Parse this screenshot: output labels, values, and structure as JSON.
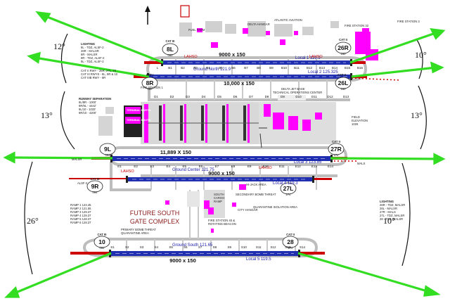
{
  "colors": {
    "runway": "#1f2fb0",
    "taxiway": "#c8c8c8",
    "terminal": "#ff00ff",
    "approach_arrow": "#33dd22",
    "lights": "#cc0000"
  },
  "north_arrow": "north-arrow-icon",
  "angles": {
    "nw": "12°",
    "ne": "10°",
    "w_mid": "13°",
    "e_mid": "13°",
    "sw": "26°",
    "se": "10°"
  },
  "runways": {
    "r8l": {
      "id": "8L",
      "heading": "080",
      "opposite": "26R",
      "opp_heading": "260",
      "dims": "9000 x 150",
      "tower": "Local 1 119.1"
    },
    "r8r": {
      "id": "8R",
      "heading": "080",
      "opposite": "26L",
      "opp_heading": "260",
      "dims": "10,000 x 150",
      "tower": "Local 2 125.325"
    },
    "r9l": {
      "id": "9L",
      "heading": "094",
      "opposite": "27R",
      "opp_heading": "274",
      "dims": "11,889 X 150",
      "tower": "Local 3 123.85"
    },
    "r9r": {
      "id": "9R",
      "heading": "094",
      "opposite": "27L",
      "opp_heading": "274",
      "dims": "9000 x 150",
      "tower": "Local 4 119.3"
    },
    "r10": {
      "id": "10",
      "heading": "094",
      "opposite": "28",
      "opp_heading": "274",
      "dims": "9000 x 150",
      "tower": "Local 5 119.5"
    }
  },
  "ground": {
    "north": "Ground North 121.9",
    "center": "Ground Center 121.75",
    "south": "Ground South 121.65"
  },
  "cat_labels": {
    "cat_iii_8l": "CAT III",
    "cat_ii_26r": "CAT II",
    "cat_i_8r": "CAT I",
    "cat_ii_26l": "CAT II",
    "cat_ii_9l": "CAT II",
    "cat_iii_9r": "CAT III",
    "cat_iii_10": "CAT III",
    "cat_ii_28": "CAT II"
  },
  "lahso": "LAHSO",
  "notes": {
    "lighting_nw": [
      "LIGHTING",
      "8L - TDZ, ALSF-2",
      "26R - MALSR",
      "8R - MALSR",
      "9R - TDZ, ALSF-2",
      "9L - TDZ, ALSF-2"
    ],
    "cat_ii_nw": [
      "CAT II RWY - 26R, 27L, 28",
      "CAT III RWYS - 8L, 9R & 10",
      "CAT IIIB RWY - 8R"
    ],
    "runway_sep": [
      "RUNWAY SEPARATION",
      "8L/8R - 1000'",
      "9R/9L - 4442'",
      "9L/10 - 1033'",
      "9R/10 - 4200'"
    ],
    "lighting_se": [
      "LIGHTING",
      "26R - TDZ, MALSR",
      "26L - MALSR",
      "27R - MALS",
      "27L - TDZ, MALSR",
      "28 - TDZ, MALSR"
    ],
    "ramps": [
      "RAMP 1  123.45",
      "RAMP 2  121.55",
      "RAMP 3  129.37",
      "RAMP 4  129.37",
      "RAMP 5  128.37",
      "RAMP 6  128.37"
    ]
  },
  "places": {
    "future_south": [
      "FUTURE SOUTH",
      "GATE COMPLEX"
    ],
    "delta_tech": [
      "DELTA JET BASE",
      "TECHNICAL OPERATIONS CENTER"
    ],
    "field_elev": [
      "FIELD",
      "ELEVATION",
      "1026"
    ],
    "fire_station_1": "FIRE STATION 1",
    "fire_station_3": "FIRE STATION 3",
    "fire_station_32": "FIRE STATION 32",
    "fire_station_40": [
      "FIRE STATION 40 &",
      "ROTATING BEACON"
    ],
    "south_cargo": [
      "SOUTH",
      "CARGO",
      "RAMP"
    ],
    "city_hangar": "CITY HANGAR",
    "hi_hack": "HI-JACK AREA",
    "sec_bomb": "SECONDARY BOMB THREAT",
    "quarantine": "QUARANTINE ISOLATION AREA",
    "primary_bomb": [
      "PRIMARY BOMB THREAT",
      "QUARANTINE AREA"
    ],
    "fuel_farm": "FUEL FARM",
    "delta_hangar": "DELTA HANGAR",
    "atlantic_aviation": "ATLANTIC AVIATION",
    "terminal_north": "TERMINAL NORTH",
    "terminal_south": "TERMINAL SOUTH",
    "malsr": "MALSR",
    "alsf2": "ALSF-2",
    "mals": "MALS"
  },
  "taxiways": {
    "north": [
      "L",
      "B1",
      "B2",
      "B3",
      "B4",
      "B5",
      "B6",
      "B7",
      "B8",
      "B9",
      "B10",
      "B11",
      "B12",
      "B13",
      "B14",
      "B15",
      "B16"
    ],
    "mid": [
      "D1",
      "D2",
      "D3",
      "D4",
      "D5",
      "D6",
      "D7",
      "D8",
      "D9",
      "D10",
      "D11",
      "D12",
      "D13"
    ],
    "center": [
      "E1",
      "E2",
      "E3",
      "E4",
      "E5",
      "E6",
      "E7",
      "E8",
      "E9",
      "E10",
      "E11",
      "E12",
      "E13",
      "E14"
    ],
    "south": [
      "S1",
      "S2",
      "S3",
      "S4",
      "S5",
      "S6",
      "S7",
      "S8",
      "S9",
      "S10",
      "S11",
      "S12",
      "S13",
      "S14"
    ]
  }
}
